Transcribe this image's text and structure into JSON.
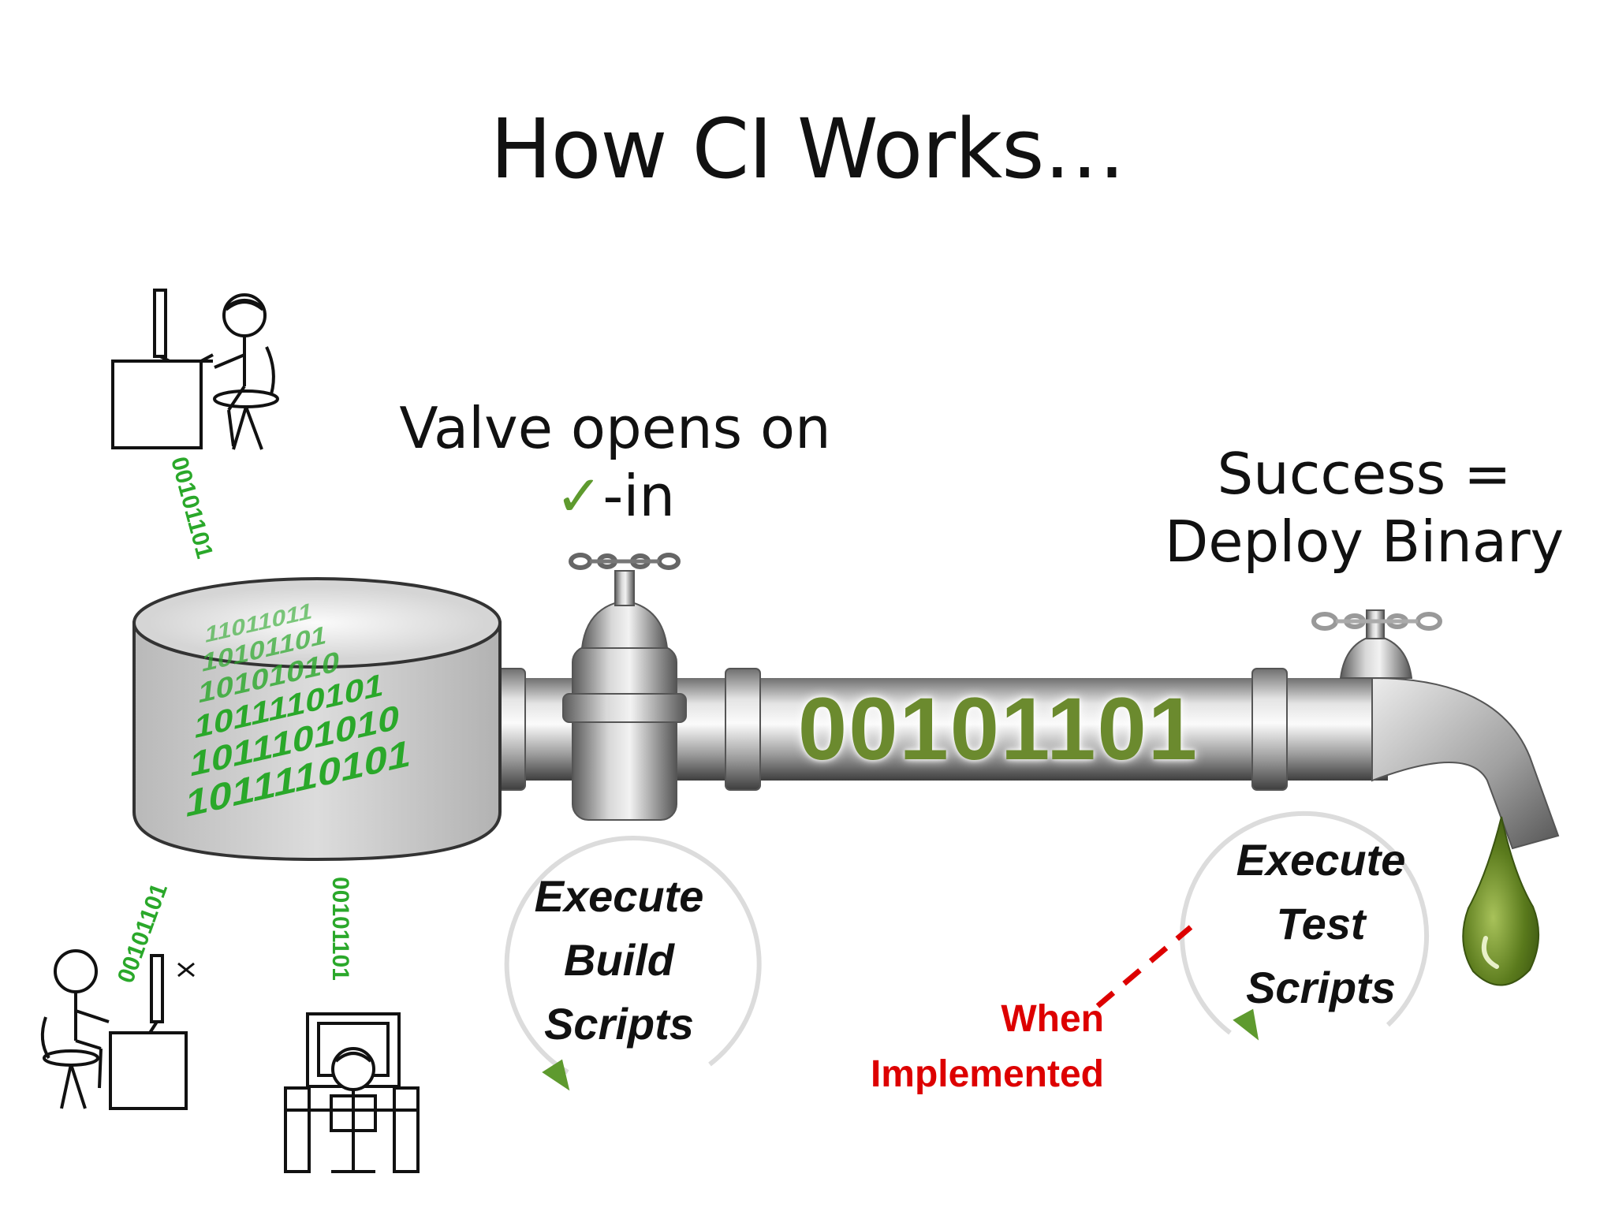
{
  "title": "How CI Works…",
  "valve_caption": {
    "line1": "Valve opens on",
    "check_glyph": "✓",
    "suffix": "-in"
  },
  "success_caption": {
    "line1": "Success =",
    "line2": "Deploy Binary"
  },
  "pipe_binary": "00101101",
  "developer_commits": [
    "00101101",
    "00101101",
    "00101101"
  ],
  "build_step": {
    "line1": "Execute",
    "line2": "Build",
    "line3": "Scripts"
  },
  "test_step": {
    "line1": "Execute",
    "line2": "Test",
    "line3": "Scripts"
  },
  "test_note": {
    "line1": "When",
    "line2": "Implemented"
  },
  "repository_bits": [
    "11011011",
    "10101101",
    "10101010",
    "1011110101",
    "1011101010",
    "1011110101"
  ],
  "colors": {
    "binary_green": "#2aa82a",
    "pipe_text": "#6b8a2e",
    "check": "#5e9a2e",
    "note_red": "#dd0000",
    "drop": "#5a7a1c"
  },
  "icons": [
    "developer-at-desk-icon",
    "developer-at-desk-icon",
    "developer-at-workstation-icon",
    "repository-cylinder-icon",
    "pipe-icon",
    "valve-icon",
    "faucet-icon",
    "water-drop-icon"
  ]
}
